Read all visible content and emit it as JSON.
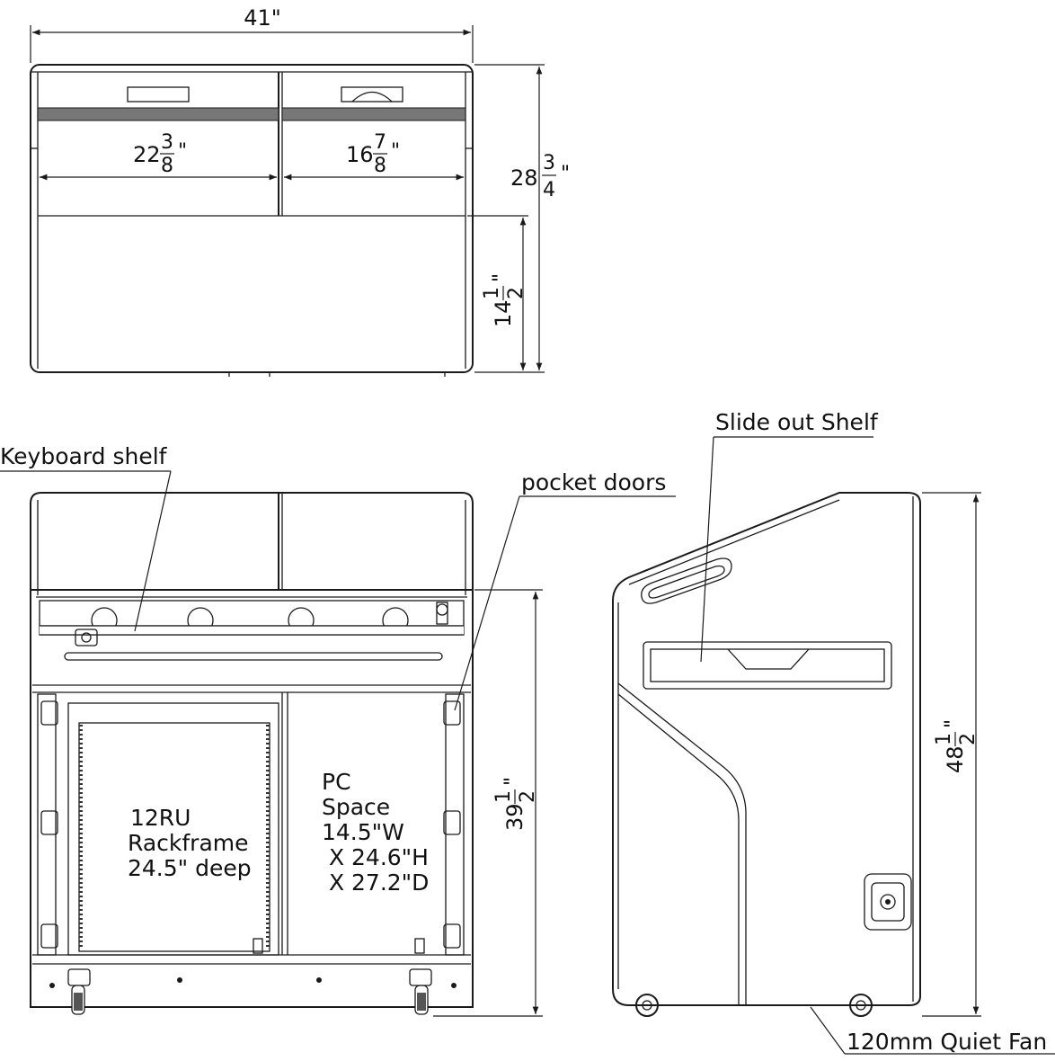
{
  "top_view": {
    "overall_width": "41\"",
    "overall_depth": {
      "whole": "28",
      "num": "3",
      "den": "4",
      "unit": "\""
    },
    "left_shelf_width": {
      "whole": "22",
      "num": "3",
      "den": "8",
      "unit": "\""
    },
    "right_shelf_width": {
      "whole": "16",
      "num": "7",
      "den": "8",
      "unit": "\""
    },
    "lower_depth": {
      "whole": "14",
      "num": "1",
      "den": "2",
      "unit": "\""
    }
  },
  "front_view": {
    "callout_keyboard": "Keyboard shelf",
    "callout_pocket_doors": "pocket doors",
    "rack_label": [
      "12RU",
      "Rackframe",
      "24.5\" deep"
    ],
    "pc_label": [
      "PC",
      "Space",
      "14.5\"W",
      " X 24.6\"H",
      " X 27.2\"D"
    ],
    "height": {
      "whole": "39",
      "num": "1",
      "den": "2",
      "unit": "\""
    }
  },
  "side_view": {
    "callout_slide_shelf": "Slide out Shelf",
    "callout_fan": "120mm Quiet Fan",
    "height": {
      "whole": "48",
      "num": "1",
      "den": "2",
      "unit": "\""
    }
  }
}
